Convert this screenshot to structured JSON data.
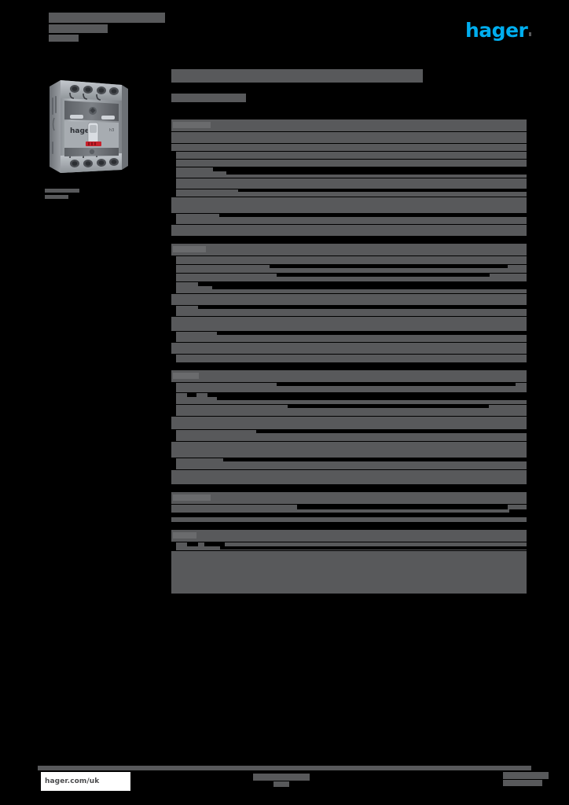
{
  "document": {
    "type": "product-datasheet",
    "brand": "hager",
    "redacted": true,
    "page_background": "#000000",
    "redaction_color": "#58595b"
  },
  "header": {
    "title_line1": "",
    "title_line2": "",
    "title_line3": "",
    "logo": {
      "name": "hager-logo",
      "wordmark": "hager",
      "color": "#00aeef",
      "dot_color": "#58595b"
    }
  },
  "product": {
    "image_alt": "moulded-case-circuit-breaker",
    "image_name": "product-photo",
    "caption_line1": "",
    "caption_line2": ""
  },
  "main": {
    "title": "",
    "subtitle": ""
  },
  "spec_table": {
    "sections": [
      {
        "heading": "",
        "heading_label_width": 48,
        "rows": [
          {
            "h": 14,
            "label_w": 0,
            "label_h": 0,
            "value_x": 0,
            "value_w": 0,
            "masks": []
          },
          {
            "h": 9,
            "label_w": 0,
            "label_h": 0,
            "value_x": 0,
            "value_w": 0,
            "masks": []
          },
          {
            "h": 9,
            "label_w": 0,
            "label_h": 0,
            "value_x": 348,
            "value_w": 80,
            "masks": [
              [
                0,
                0,
                6,
                9
              ]
            ]
          },
          {
            "h": 9,
            "label_w": 0,
            "label_h": 0,
            "value_x": 348,
            "value_w": 80,
            "masks": [
              [
                0,
                0,
                6,
                9
              ]
            ]
          },
          {
            "h": 13,
            "label_w": 0,
            "label_h": 0,
            "value_x": 0,
            "value_w": 0,
            "masks": [
              [
                0,
                0,
                6,
                13
              ],
              [
                53,
                0,
                399,
                5
              ],
              [
                70,
                5,
                382,
                4
              ]
            ]
          },
          {
            "h": 13,
            "label_w": 0,
            "label_h": 0,
            "value_x": 0,
            "value_w": 0,
            "masks": [
              [
                0,
                0,
                6,
                13
              ]
            ]
          },
          {
            "h": 9,
            "label_w": 0,
            "label_h": 0,
            "value_x": 0,
            "value_w": 0,
            "masks": [
              [
                0,
                0,
                6,
                9
              ],
              [
                85,
                0,
                367,
                3
              ]
            ]
          },
          {
            "h": 20,
            "label_w": 0,
            "label_h": 0,
            "value_x": 0,
            "value_w": 0,
            "masks": []
          },
          {
            "h": 13,
            "label_w": 0,
            "label_h": 0,
            "value_x": 0,
            "value_w": 0,
            "masks": [
              [
                0,
                0,
                6,
                13
              ],
              [
                61,
                0,
                391,
                4
              ]
            ]
          },
          {
            "h": 14,
            "label_w": 0,
            "label_h": 0,
            "value_x": 0,
            "value_w": 0,
            "masks": []
          }
        ]
      },
      {
        "heading": "",
        "heading_label_width": 42,
        "rows": [
          {
            "h": 10,
            "masks": [
              [
                0,
                0,
                6,
                10
              ]
            ]
          },
          {
            "h": 10,
            "masks": [
              [
                0,
                0,
                6,
                10
              ],
              [
                125,
                0,
                303,
                4
              ]
            ]
          },
          {
            "h": 10,
            "masks": [
              [
                0,
                0,
                6,
                10
              ],
              [
                134,
                0,
                271,
                4
              ]
            ]
          },
          {
            "h": 14,
            "masks": [
              [
                0,
                0,
                6,
                14
              ],
              [
                34,
                0,
                418,
                5
              ],
              [
                52,
                5,
                400,
                4
              ]
            ]
          },
          {
            "h": 14,
            "masks": []
          },
          {
            "h": 13,
            "masks": [
              [
                0,
                0,
                6,
                13
              ],
              [
                34,
                0,
                418,
                4
              ]
            ]
          },
          {
            "h": 18,
            "masks": []
          },
          {
            "h": 13,
            "masks": [
              [
                0,
                0,
                6,
                13
              ],
              [
                58,
                0,
                394,
                4
              ]
            ]
          },
          {
            "h": 14,
            "masks": []
          },
          {
            "h": 10,
            "masks": [
              [
                0,
                0,
                6,
                10
              ]
            ]
          }
        ]
      },
      {
        "heading": "",
        "heading_label_width": 33,
        "rows": [
          {
            "h": 12,
            "masks": [
              [
                0,
                0,
                6,
                12
              ],
              [
                134,
                0,
                304,
                4
              ]
            ]
          },
          {
            "h": 14,
            "masks": [
              [
                0,
                0,
                6,
                14
              ],
              [
                20,
                0,
                12,
                5
              ],
              [
                46,
                0,
                406,
                5
              ],
              [
                58,
                5,
                394,
                4
              ]
            ]
          },
          {
            "h": 14,
            "masks": [
              [
                0,
                0,
                6,
                14
              ],
              [
                148,
                0,
                256,
                4
              ]
            ]
          },
          {
            "h": 16,
            "masks": []
          },
          {
            "h": 14,
            "masks": [
              [
                0,
                0,
                6,
                14
              ],
              [
                108,
                0,
                344,
                4
              ]
            ]
          },
          {
            "h": 20,
            "masks": []
          },
          {
            "h": 14,
            "masks": [
              [
                0,
                0,
                6,
                14
              ],
              [
                66,
                0,
                386,
                4
              ]
            ]
          },
          {
            "h": 18,
            "masks": []
          }
        ]
      },
      {
        "heading": "",
        "heading_label_width": 48,
        "rows": [
          {
            "h": 22,
            "masks": [
              [
                0,
                10,
                452,
                6
              ],
              [
                160,
                0,
                268,
                6
              ],
              [
                430,
                6,
                22,
                4
              ]
            ]
          }
        ]
      },
      {
        "heading": "",
        "heading_label_width": 30,
        "rows": [
          {
            "h": 10,
            "masks": [
              [
                0,
                0,
                6,
                10
              ],
              [
                20,
                0,
                14,
                5
              ],
              [
                42,
                0,
                26,
                5
              ],
              [
                62,
                5,
                390,
                4
              ]
            ]
          },
          {
            "h": 54,
            "masks": []
          }
        ]
      }
    ]
  },
  "footer": {
    "url": "hager.com/uk",
    "center_line1": "",
    "center_line2": "",
    "right_line1": "",
    "right_line2": ""
  }
}
